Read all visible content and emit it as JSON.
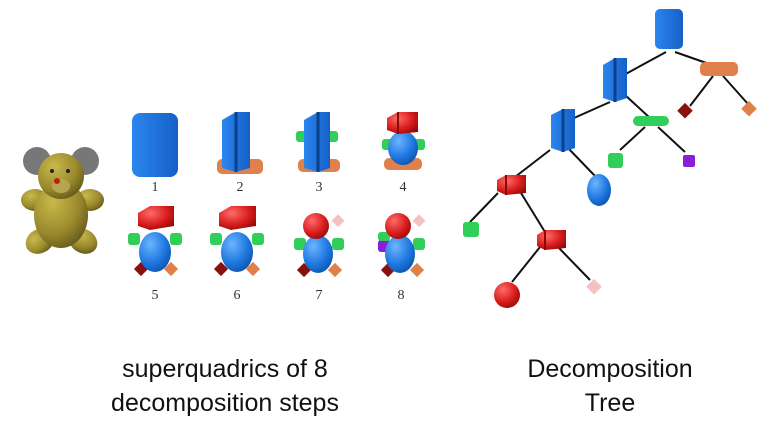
{
  "steps": {
    "labels": [
      "1",
      "2",
      "3",
      "4",
      "5",
      "6",
      "7",
      "8"
    ]
  },
  "captions": {
    "left_line1": "superquadrics of 8",
    "left_line2": "decomposition steps",
    "right_line1": "Decomposition",
    "right_line2": "Tree"
  },
  "colors": {
    "blue": "#1e78e0",
    "red": "#d81c1c",
    "green": "#2fcf5a",
    "orange": "#e0804a",
    "dark_red": "#8a1010",
    "purple": "#8a1fd8",
    "pink": "#f5c0c0",
    "teddy": "#9b8a2c"
  }
}
